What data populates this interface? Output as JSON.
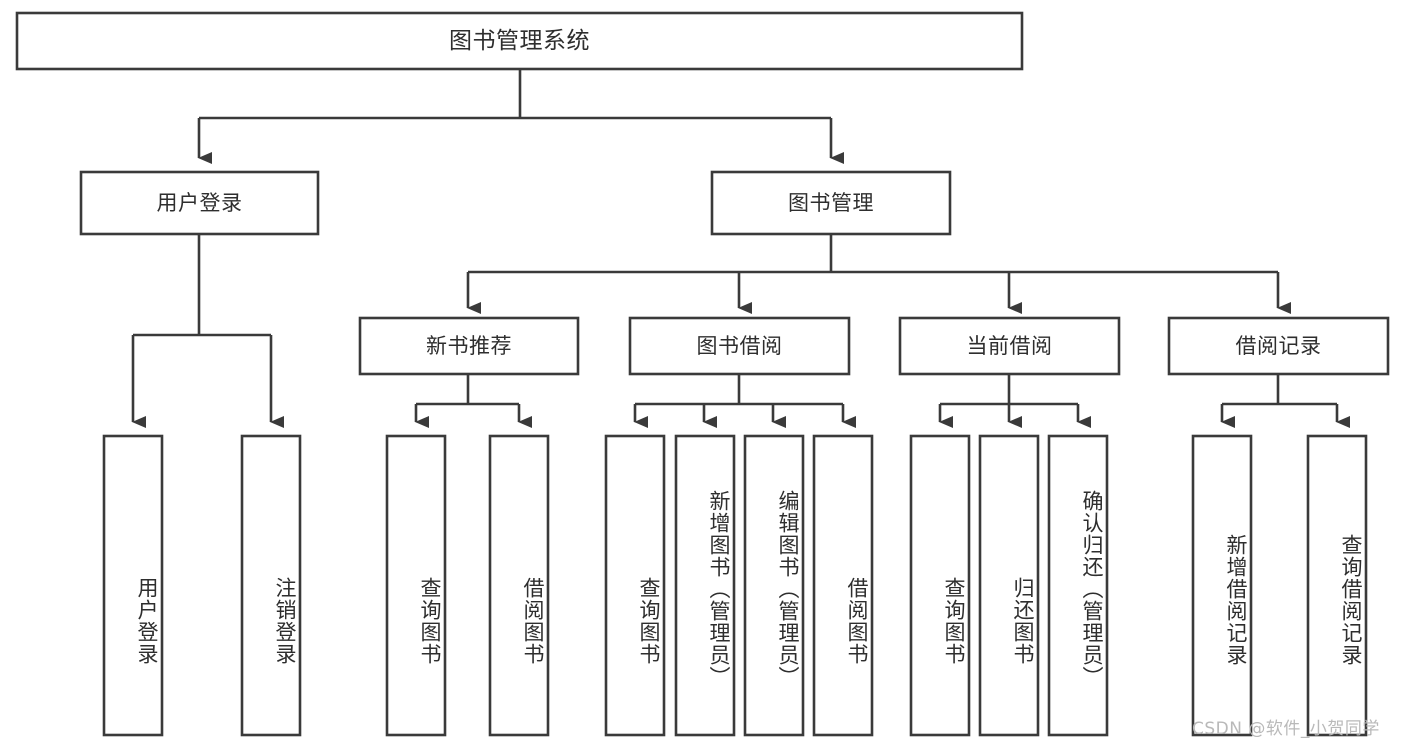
{
  "diagram": {
    "type": "hierarchy-tree",
    "title": "图书管理系统",
    "orientation": "top-down",
    "colors": {
      "stroke": "#3a3a3a",
      "box_fill": "#ffffff",
      "text": "#2e2e2e",
      "background": "#ffffff",
      "watermark": "#b9b9b9"
    },
    "levels": 4,
    "nodes": {
      "root": {
        "label": "图书管理系统"
      },
      "level2": [
        {
          "label": "用户登录"
        },
        {
          "label": "图书管理"
        }
      ],
      "level3": [
        {
          "label": "新书推荐"
        },
        {
          "label": "图书借阅"
        },
        {
          "label": "当前借阅"
        },
        {
          "label": "借阅记录"
        }
      ],
      "leaves": {
        "user_login": [
          {
            "label": "用户登录"
          },
          {
            "label": "注销登录"
          }
        ],
        "new_book_recommend": [
          {
            "label": "查询图书"
          },
          {
            "label": "借阅图书"
          }
        ],
        "book_borrow": [
          {
            "label": "查询图书"
          },
          {
            "label": "新增图书（管理员）"
          },
          {
            "label": "编辑图书（管理员）"
          },
          {
            "label": "借阅图书"
          }
        ],
        "current_borrow": [
          {
            "label": "查询图书"
          },
          {
            "label": "归还图书"
          },
          {
            "label": "确认归还（管理员）"
          }
        ],
        "borrow_record": [
          {
            "label": "新增借阅记录"
          },
          {
            "label": "查询借阅记录"
          }
        ]
      }
    },
    "watermark": "CSDN @软件_小贺同学"
  }
}
